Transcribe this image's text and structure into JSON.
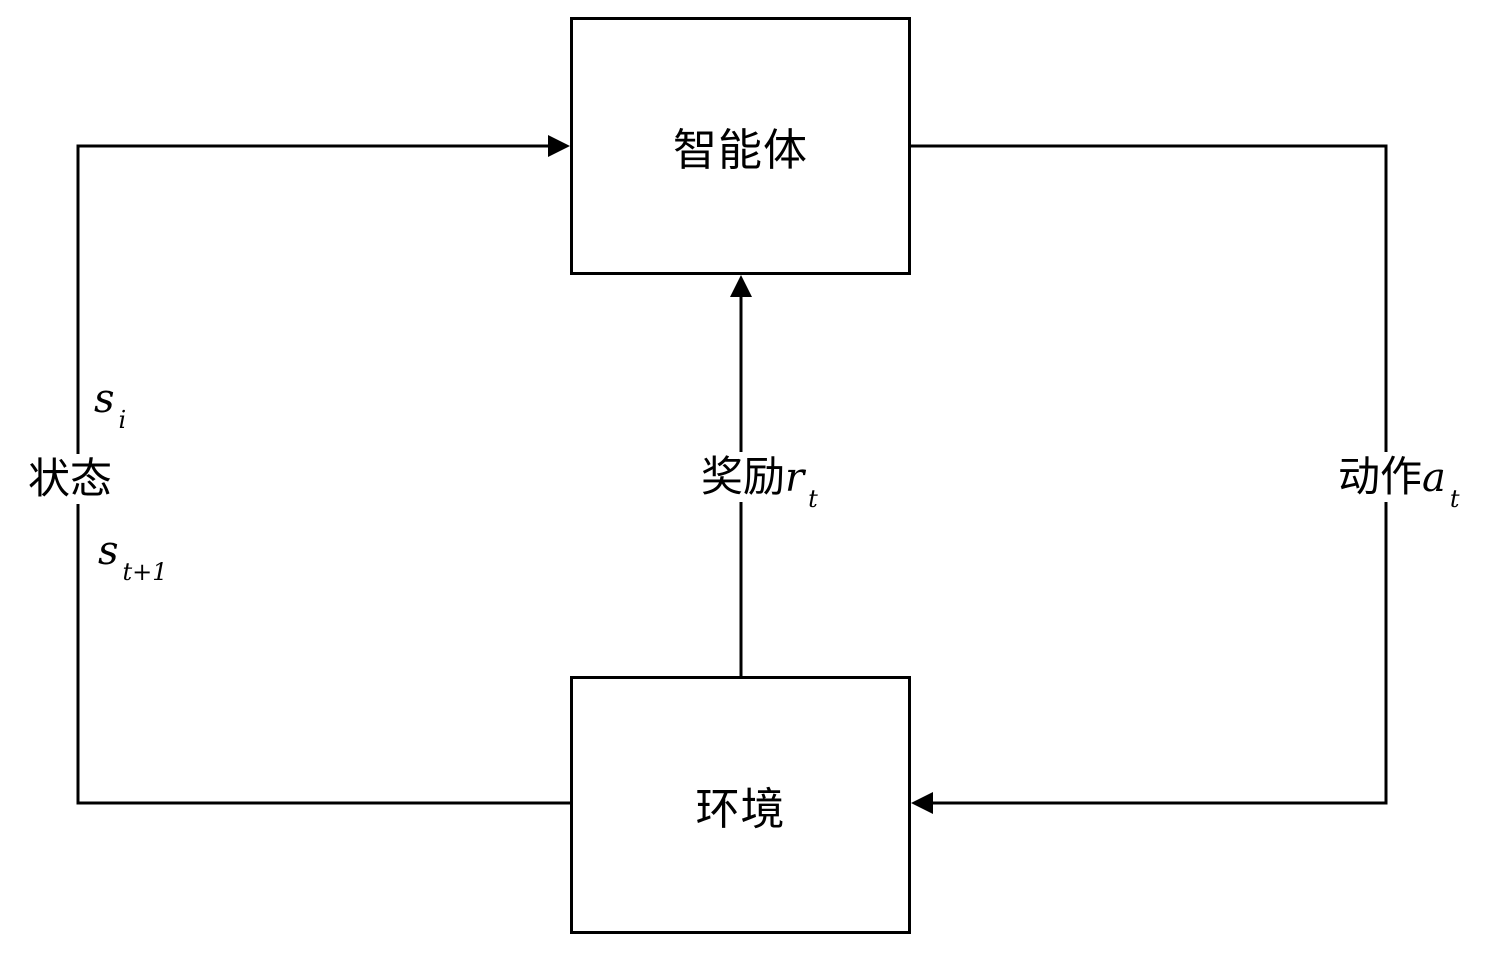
{
  "diagram": {
    "nodes": {
      "agent": {
        "label": "智能体"
      },
      "environment": {
        "label": "环境"
      }
    },
    "edges": {
      "state": {
        "label": "状态",
        "upper_symbol": "s",
        "upper_subscript": "i",
        "lower_symbol": "s",
        "lower_subscript": "t+1"
      },
      "reward": {
        "label": "奖励",
        "symbol": "r",
        "subscript": "t"
      },
      "action": {
        "label": "动作",
        "symbol": "a",
        "subscript": "t"
      }
    },
    "colors": {
      "line": "#000000",
      "background": "#ffffff"
    }
  }
}
